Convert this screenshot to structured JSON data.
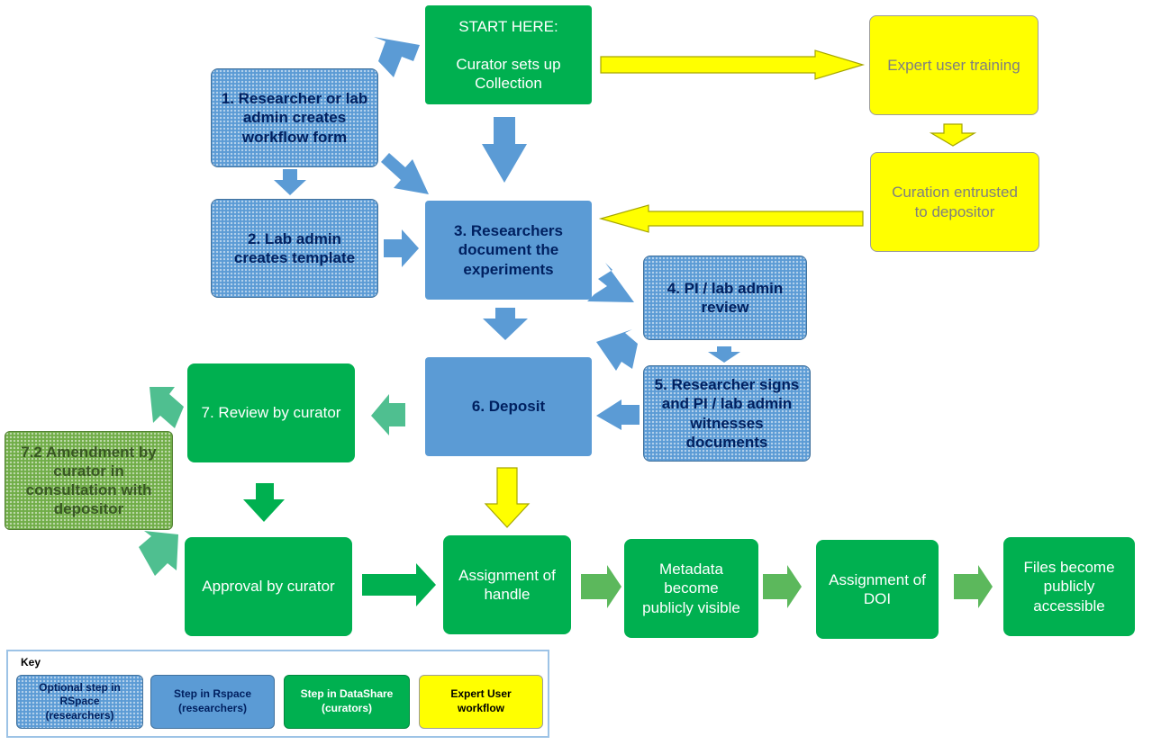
{
  "nodes": {
    "start": "START HERE:\n\nCurator sets up\nCollection",
    "expert_training": "Expert user training",
    "curation_entrusted": "Curation entrusted\nto depositor",
    "step1": "1. Researcher or lab\nadmin creates\nworkflow form",
    "step2": "2. Lab admin\ncreates template",
    "step3": "3. Researchers\ndocument the\nexperiments",
    "step4": "4. PI / lab admin\nreview",
    "step5": "5. Researcher signs\nand PI / lab admin\nwitnesses\ndocuments",
    "step6": "6. Deposit",
    "step7": "7. Review by curator",
    "step7_2": "7.2 Amendment by\ncurator in\nconsultation with\ndepositor",
    "approval": "Approval by curator",
    "handle": "Assignment of\nhandle",
    "metadata": "Metadata\nbecome\npublicly visible",
    "doi": "Assignment of\nDOI",
    "files": "Files become\npublicly\naccessible"
  },
  "key": {
    "title": "Key",
    "optional": "Optional step in\nRSpace\n(researchers)",
    "rspace": "Step in Rspace\n(researchers)",
    "datashare": "Step in DataShare\n(curators)",
    "expert": "Expert User\nworkflow"
  },
  "colors": {
    "green": "#00b050",
    "blue": "#5b9bd5",
    "yellow": "#ffff00",
    "olive": "#70ad47",
    "teal": "#4fbf90",
    "light_green": "#5cb85c",
    "dark_blue_text": "#002060"
  }
}
